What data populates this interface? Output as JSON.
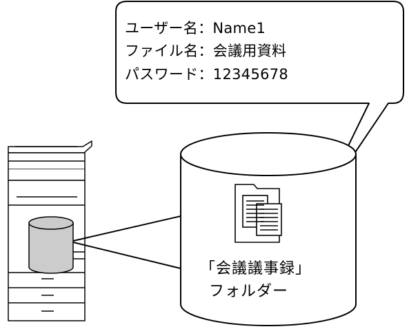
{
  "callout": {
    "lines": [
      "ユーザー名：Name1",
      "ファイル名：会議用資料",
      "パスワード：12345678"
    ]
  },
  "folder": {
    "name": "「会議議事録」",
    "caption": "フォルダー"
  },
  "icons": {
    "device": "multifunction-printer-icon",
    "storage": "storage-cylinder-icon",
    "folder": "folder-with-documents-icon"
  },
  "colors": {
    "stroke": "#000000",
    "background": "#ffffff",
    "device_storage_fill": "#cccccc"
  }
}
